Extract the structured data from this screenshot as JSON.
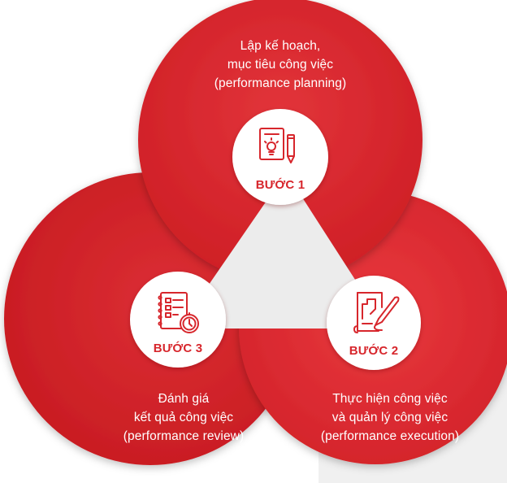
{
  "colors": {
    "circle_red": "#d7262c",
    "circle_red_light": "#e63339",
    "circle_red_dark": "#b9171d",
    "node_white": "#ffffff",
    "center_gray": "#ececec",
    "label_red": "#d7262c"
  },
  "steps": [
    {
      "id": "step-1",
      "label": "BƯỚC 1",
      "icon": "clipboard-lightbulb-pencil-icon",
      "caption": [
        "Lập kế hoạch,",
        "mục tiêu công việc",
        "(performance planning)"
      ]
    },
    {
      "id": "step-2",
      "label": "BƯỚC 2",
      "icon": "chart-paper-brush-icon",
      "caption": [
        "Thực hiện công việc",
        "và quản lý công việc",
        "(performance execution)"
      ]
    },
    {
      "id": "step-3",
      "label": "BƯỚC 3",
      "icon": "checklist-notebook-stopwatch-icon",
      "caption": [
        "Đánh giá",
        "kết quả công việc",
        "(performance review)"
      ]
    }
  ]
}
